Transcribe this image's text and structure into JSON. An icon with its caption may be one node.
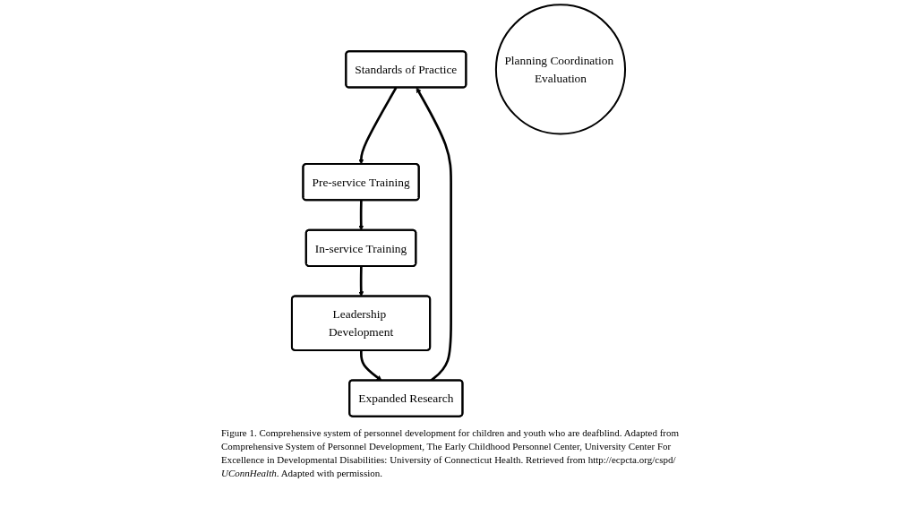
{
  "diagram": {
    "caption": "Figure 1. Comprehensive system of personnel development for children and youth who are deafblind. Adapted from Comprehensive System of Personnel Development, The Early Childhood Personnel Center, University Center For Excellence in Developmental Disabilities: University of Connecticut Health. Retrieved from http://ecpcta.org/cspd/ *UConnHealth*. Adapted with permission.",
    "nodes": [
      {
        "text": [
          "Standards of Practice"
        ]
      },
      {
        "text": [
          "Pre-service Training"
        ]
      },
      {
        "text": [
          "In-service Training"
        ]
      },
      {
        "text": [
          "Leadership Development"
        ]
      },
      {
        "text": [
          "Expanded Research"
        ]
      },
      {
        "text": [
          "Planning Coordination Evaluation"
        ]
      }
    ],
    "edges": [
      {
        "from": 0,
        "to": 1,
        "arrow": "to"
      },
      {
        "from": 1,
        "to": 2,
        "arrow": "to"
      },
      {
        "from": 2,
        "to": 3,
        "arrow": "to"
      },
      {
        "from": 3,
        "to": 4,
        "arrow": "to"
      },
      {
        "from": 4,
        "to": 0,
        "arrow": "to"
      }
    ]
  }
}
